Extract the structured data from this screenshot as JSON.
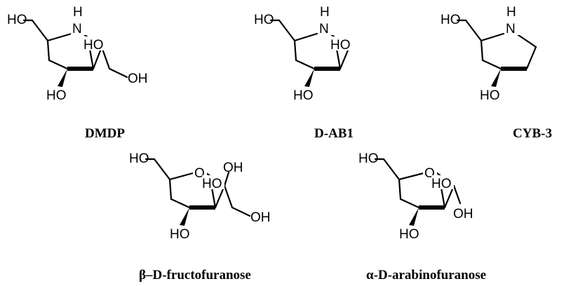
{
  "compounds": [
    {
      "caption": "DMDP",
      "labels": {
        "ho_top": "HO",
        "nh_h": "H",
        "nh_n": "N",
        "ho_mid": "HO",
        "ho_bottom": "HO",
        "oh_right": "OH"
      }
    },
    {
      "caption": "D-AB1",
      "labels": {
        "ho_top": "HO",
        "nh_h": "H",
        "nh_n": "N",
        "ho_mid": "HO",
        "ho_bottom": "HO"
      }
    },
    {
      "caption": "CYB-3",
      "labels": {
        "ho_top": "HO",
        "nh_h": "H",
        "nh_n": "N",
        "ho_bottom": "HO"
      }
    },
    {
      "caption": "β–D-fructofuranose",
      "labels": {
        "ho_top": "HO",
        "ring_o": "O",
        "oh_top": "OH",
        "ho_mid": "HO",
        "ho_bottom": "HO",
        "oh_right": "OH"
      }
    },
    {
      "caption": "α-D-arabinofuranose",
      "labels": {
        "ho_top": "HO",
        "ring_o": "O",
        "ho_mid": "HO",
        "ho_bottom": "HO",
        "oh_right": "OH"
      }
    }
  ]
}
